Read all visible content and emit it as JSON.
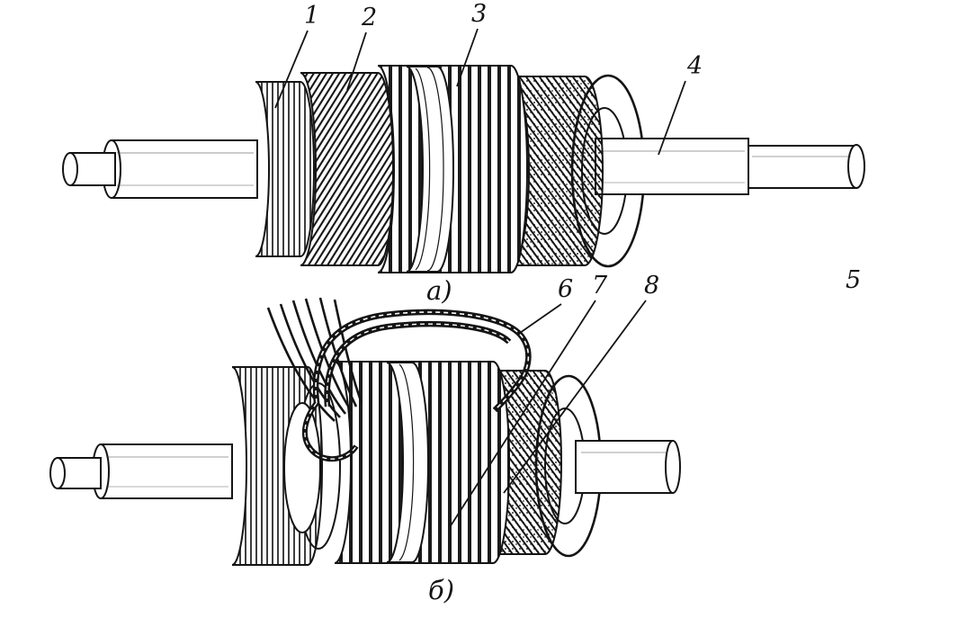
{
  "diagram": {
    "part_labels": {
      "1": "1",
      "2": "2",
      "3": "3",
      "4": "4",
      "5": "5",
      "6": "6",
      "7": "7",
      "8": "8"
    },
    "captions": {
      "view_a": "а)",
      "view_b": "б)"
    }
  }
}
